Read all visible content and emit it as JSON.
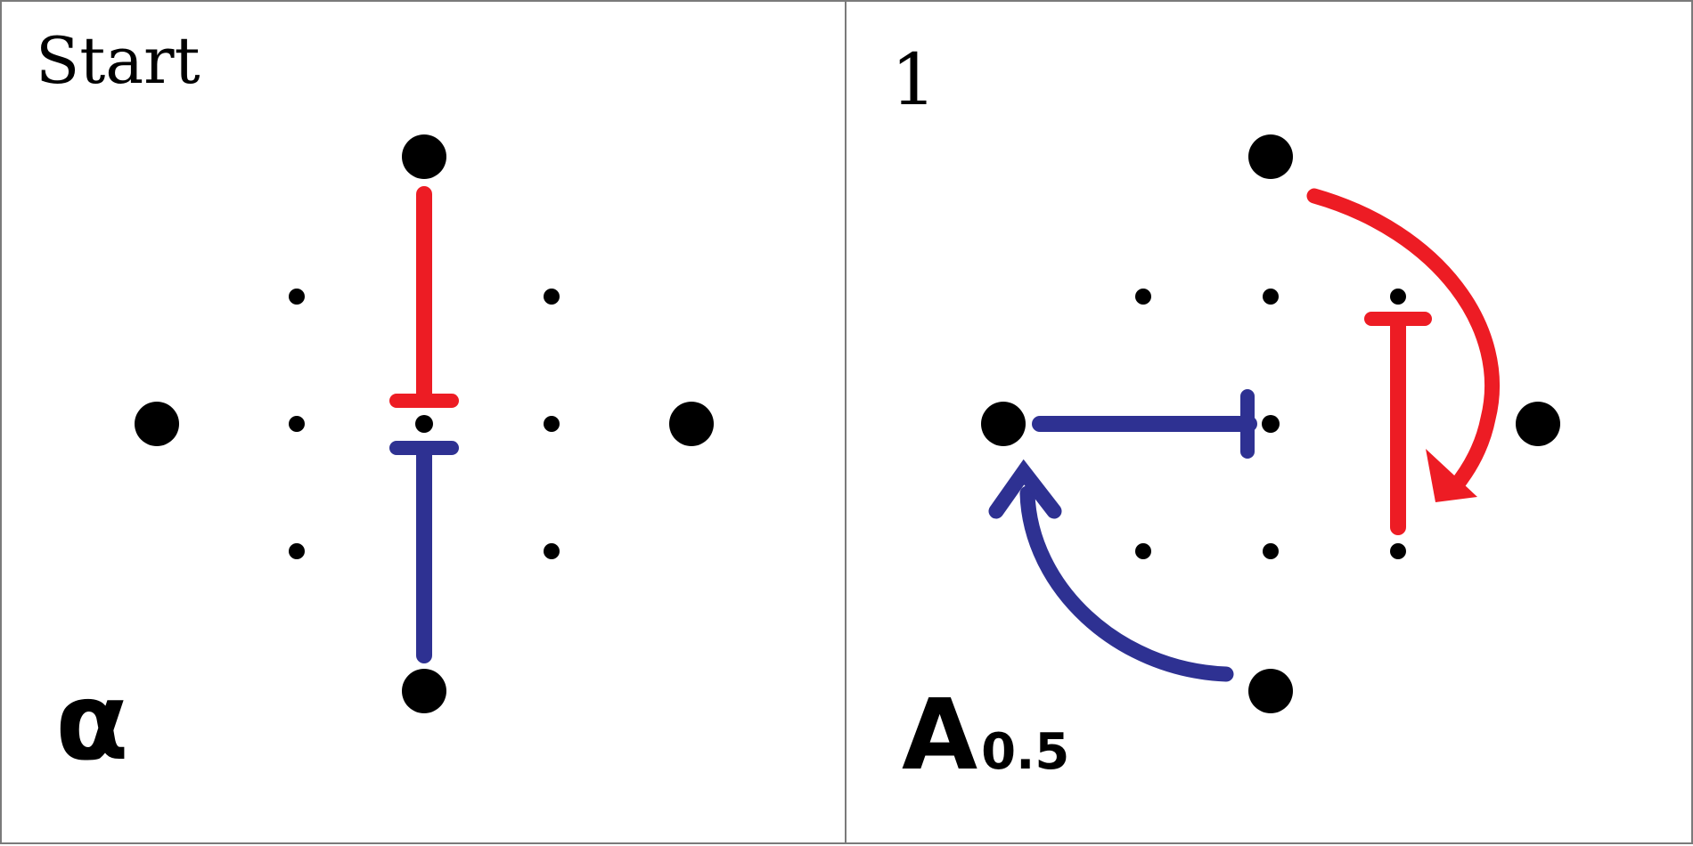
{
  "panels": {
    "left": {
      "title": "Start",
      "symbol": "α"
    },
    "right": {
      "title": "1",
      "gate_main": "A",
      "gate_sub": "0.5"
    }
  },
  "colors": {
    "red": "#ed1c24",
    "blue": "#2e3192",
    "dot": "#000000",
    "border": "#7a7a7a"
  }
}
